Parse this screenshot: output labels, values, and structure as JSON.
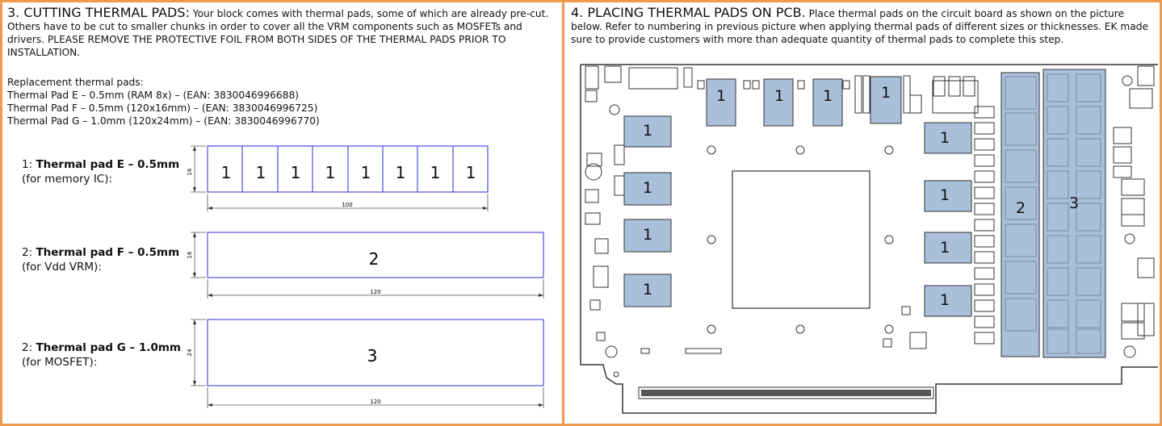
{
  "left": {
    "heading": "3. CUTTING THERMAL PADS:",
    "intro": "Your block comes with thermal pads, some of which are already pre-cut. Others have to be cut to smaller chunks in order to cover all the VRM components such as MOSFETs and drivers. PLEASE REMOVE THE PROTECTIVE FOIL FROM BOTH SIDES OF THE THERMAL PADS PRIOR TO INSTALLATION.",
    "replacement_title": "Replacement thermal pads:",
    "replacement_items": [
      "Thermal Pad E – 0.5mm (RAM 8x) – (EAN: 3830046996688)",
      "Thermal Pad F – 0.5mm (120x16mm) – (EAN: 3830046996725)",
      "Thermal Pad G – 1.0mm (120x24mm) – (EAN: 3830046996770)"
    ],
    "pads": [
      {
        "prefix": "1: ",
        "name": "Thermal pad E – 0.5mm",
        "use": "(for memory IC):",
        "height_dim": "16",
        "width_dim": "100",
        "segment_label": "1",
        "segments": 8
      },
      {
        "prefix": "2: ",
        "name": "Thermal pad F – 0.5mm",
        "use": "(for Vdd VRM):",
        "height_dim": "16",
        "width_dim": "120",
        "segment_label": "2",
        "segments": 1
      },
      {
        "prefix": "2: ",
        "name": "Thermal pad G – 1.0mm",
        "use": "(for MOSFET):",
        "height_dim": "24",
        "width_dim": "120",
        "segment_label": "3",
        "segments": 1
      }
    ]
  },
  "right": {
    "heading": "4. PLACING THERMAL PADS ON PCB.",
    "intro": "Place thermal pads on the circuit board as shown on the picture below. Refer to numbering in previous picture when applying thermal pads of different sizes or thicknesses. EK made sure to provide customers with more than adequate quantity of thermal pads to complete this step.",
    "pcb_labels": {
      "memory": "1",
      "vdd": "2",
      "mosfet": "3"
    }
  },
  "colors": {
    "border": "#ee9a4d",
    "drawing_line": "#2b2bd6",
    "pad_fill": "#a9bfda"
  }
}
